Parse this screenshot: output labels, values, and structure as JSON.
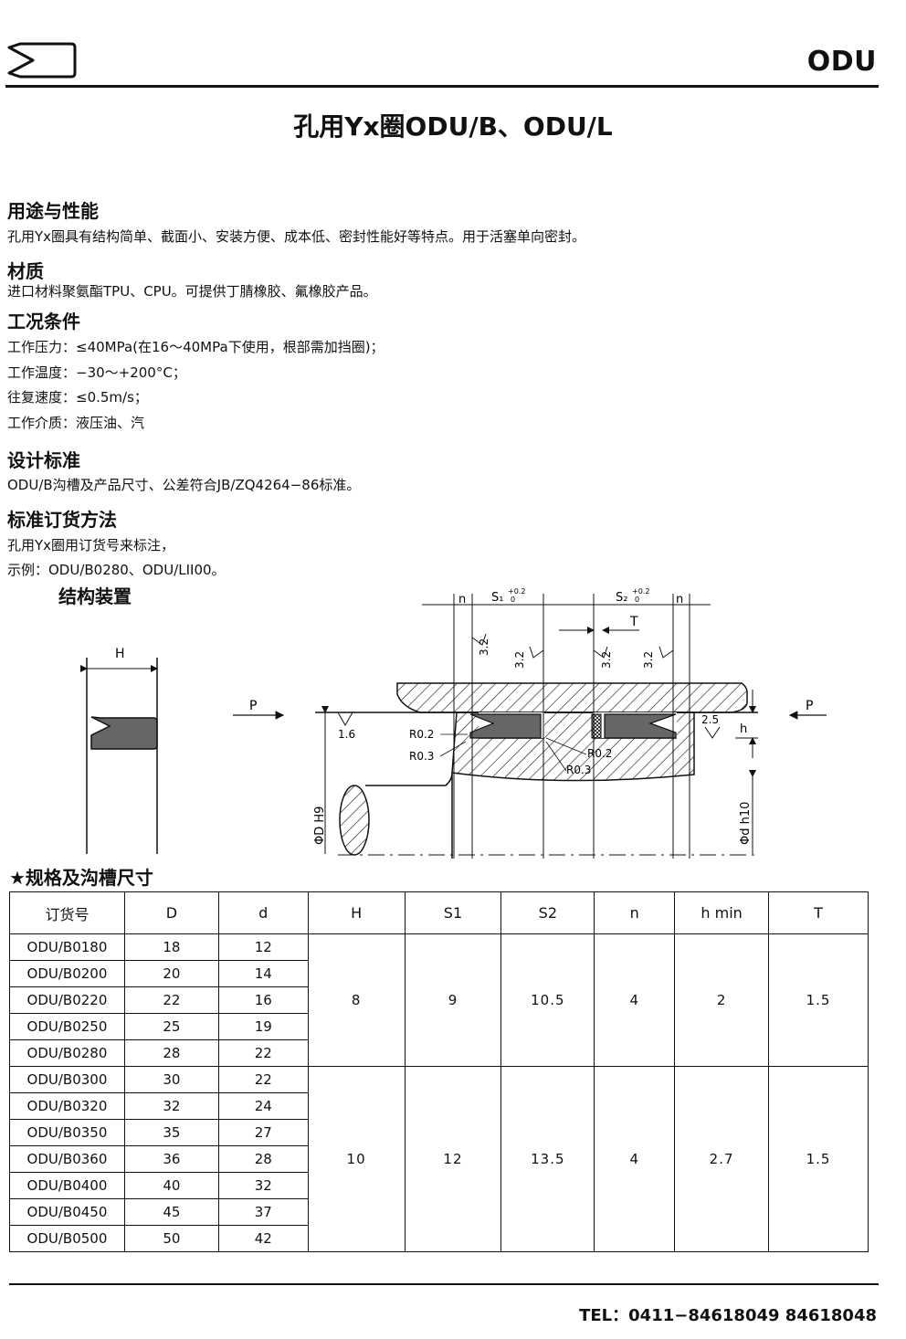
{
  "header": {
    "code": "ODU",
    "logo_icon": "u-seal-profile-icon"
  },
  "title": "孔用Yx圈ODU/B、ODU/L",
  "sections": {
    "usage": {
      "heading": "用途与性能",
      "lines": [
        "孔用Yx圈具有结构简单、截面小、安装方便、成本低、密封性能好等特点。用于活塞单向密封。"
      ]
    },
    "material": {
      "heading": "材质",
      "lines": [
        "进口材料聚氨酯TPU、CPU。可提供丁腈橡胶、氟橡胶产品。"
      ]
    },
    "conditions": {
      "heading": "工况条件",
      "lines": [
        "工作压力：≤40MPa(在16～40MPa下使用，根部需加挡圈)；",
        "工作温度：−30～+200°C；",
        "往复速度：≤0.5m/s；",
        "工作介质：液压油、汽"
      ]
    },
    "standard": {
      "heading": "设计标准",
      "lines": [
        "ODU/B沟槽及产品尺寸、公差符合JB/ZQ4264−86标准。"
      ]
    },
    "ordering": {
      "heading": "标准订货方法",
      "lines": [
        "孔用Yx圈用订货号来标注，",
        "示例：ODU/B0280、ODU/LII00。"
      ]
    },
    "structure": {
      "heading": "结构装置"
    }
  },
  "drawing": {
    "label_H": "H",
    "label_P_left": "P",
    "label_P_right": "P",
    "label_n1": "n",
    "label_S1": "S₁",
    "label_S1_tol_upper": "+0.2",
    "label_S1_tol_lower": "0",
    "label_S2": "S₂",
    "label_S2_tol_upper": "+0.2",
    "label_S2_tol_lower": "0",
    "label_n2": "n",
    "label_T": "T",
    "rough_a": "3.2",
    "rough_b": "3.2",
    "rough_c": "3.2",
    "rough_d": "3.2",
    "rough_16": "1.6",
    "rough_25": "2.5",
    "label_h": "h",
    "label_R02_a": "R0.2",
    "label_R03_a": "R0.3",
    "label_R02_b": "R0.2",
    "label_R03_b": "R0.3",
    "label_DH9": "ΦD H9",
    "label_dh10": "Φd h10"
  },
  "spec": {
    "title": "★规格及沟槽尺寸",
    "columns": [
      "订货号",
      "D",
      "d",
      "H",
      "S1",
      "S2",
      "n",
      "h min",
      "T"
    ],
    "rows": [
      [
        "ODU/B0180",
        "18",
        "12"
      ],
      [
        "ODU/B0200",
        "20",
        "14"
      ],
      [
        "ODU/B0220",
        "22",
        "16"
      ],
      [
        "ODU/B0250",
        "25",
        "19"
      ],
      [
        "ODU/B0280",
        "28",
        "22"
      ],
      [
        "ODU/B0300",
        "30",
        "22"
      ],
      [
        "ODU/B0320",
        "32",
        "24"
      ],
      [
        "ODU/B0350",
        "35",
        "27"
      ],
      [
        "ODU/B0360",
        "36",
        "28"
      ],
      [
        "ODU/B0400",
        "40",
        "32"
      ],
      [
        "ODU/B0450",
        "45",
        "37"
      ],
      [
        "ODU/B0500",
        "50",
        "42"
      ]
    ],
    "groups": [
      {
        "H": "8",
        "S1": "9",
        "S2": "10.5",
        "n": "4",
        "h_min": "2",
        "T": "1.5"
      },
      {
        "H": "10",
        "S1": "12",
        "S2": "13.5",
        "n": "4",
        "h_min": "2.7",
        "T": "1.5"
      }
    ]
  },
  "footer": {
    "tel": "TEL：0411−84618049   84618048"
  }
}
